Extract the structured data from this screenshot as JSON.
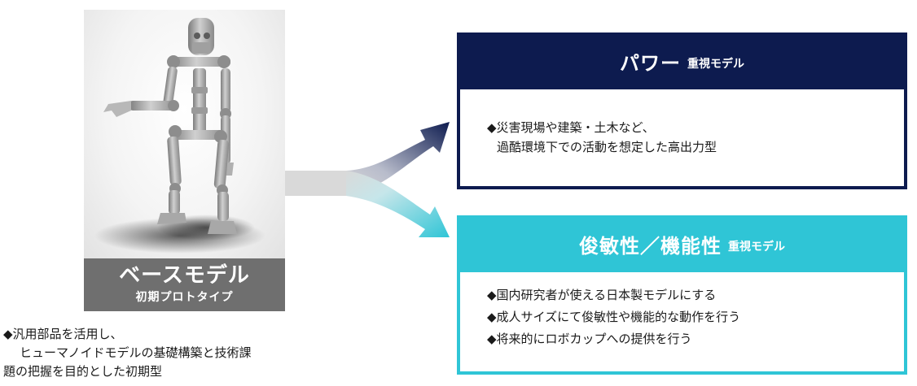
{
  "base_model": {
    "title": "ベースモデル",
    "subtitle": "初期プロトタイプ",
    "description_lines": [
      "◆汎用部品を活用し、",
      "ヒューマノイドモデルの基礎構築と技術課",
      "題の把握を目的とした初期型"
    ]
  },
  "power_model": {
    "title_main": "パワー",
    "title_sub": "重視モデル",
    "bullets": [
      "◆災害現場や建築・土木など、",
      "過酷環境下での活動を想定した高出力型"
    ]
  },
  "agility_model": {
    "title_main": "俊敏性／機能性",
    "title_sub": "重視モデル",
    "bullets": [
      "◆国内研究者が使える日本製モデルにする",
      "◆成人サイズにて俊敏性や機能的な動作を行う",
      "◆将来的にロボカップへの提供を行う"
    ]
  },
  "colors": {
    "power": "#0d1b4f",
    "agility": "#2fc5d6",
    "base_label": "#6f6f6f",
    "arrow_stem": "#d9d9d9"
  }
}
